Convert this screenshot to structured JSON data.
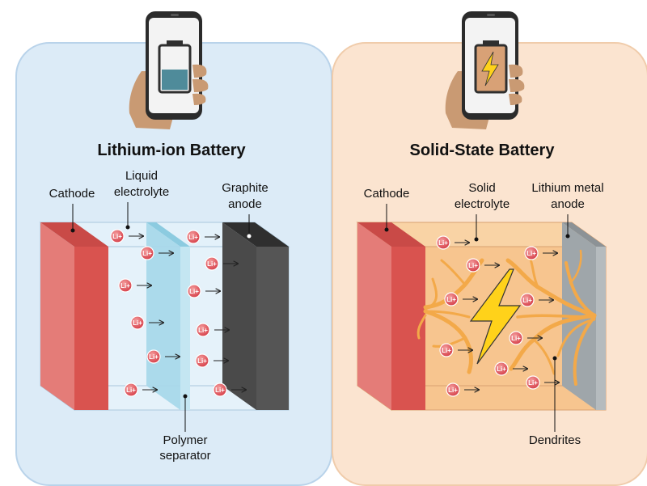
{
  "left": {
    "title": "Lithium-ion Battery",
    "labels": {
      "cathode": "Cathode",
      "electrolyte_line1": "Liquid",
      "electrolyte_line2": "electrolyte",
      "anode_line1": "Graphite",
      "anode_line2": "anode",
      "separator_line1": "Polymer",
      "separator_line2": "separator"
    },
    "ion_label": "Li+",
    "colors": {
      "background": "#dcebf7",
      "cathode": "#d9534f",
      "anode": "#3d3d3d",
      "electrolyte": "#a8d8ea"
    }
  },
  "right": {
    "title": "Solid-State Battery",
    "labels": {
      "cathode": "Cathode",
      "electrolyte_line1": "Solid",
      "electrolyte_line2": "electrolyte",
      "anode_line1": "Lithium metal",
      "anode_line2": "anode",
      "dendrites": "Dendrites"
    },
    "ion_label": "Li+",
    "colors": {
      "background": "#fbe4d0",
      "cathode": "#d9534f",
      "anode": "#a0a7ab",
      "electrolyte": "#f7c58f",
      "dendrite": "#f3a949",
      "bolt": "#ffd21a"
    }
  }
}
